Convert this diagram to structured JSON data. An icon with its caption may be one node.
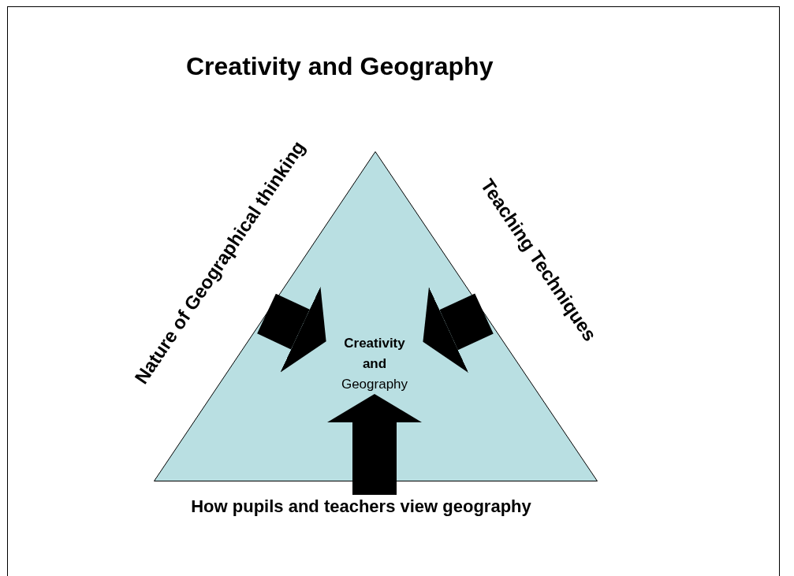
{
  "diagram": {
    "title": "Creativity and Geography",
    "nodes": [
      {
        "text": [],
        "shape": "triangle"
      },
      {
        "text": [
          "**Creativity and** Geography"
        ],
        "in": 0
      },
      {
        "text": [
          "Nature of Geographical thinking"
        ]
      },
      {
        "text": [
          "Teaching Techniques"
        ]
      },
      {
        "text": [
          "How pupils and teachers view geography"
        ]
      }
    ],
    "edges": [
      {
        "from": 2,
        "to": 1,
        "arrow": "to"
      },
      {
        "from": 3,
        "to": 1,
        "arrow": "to"
      },
      {
        "from": 4,
        "to": 1,
        "arrow": "to"
      }
    ]
  }
}
